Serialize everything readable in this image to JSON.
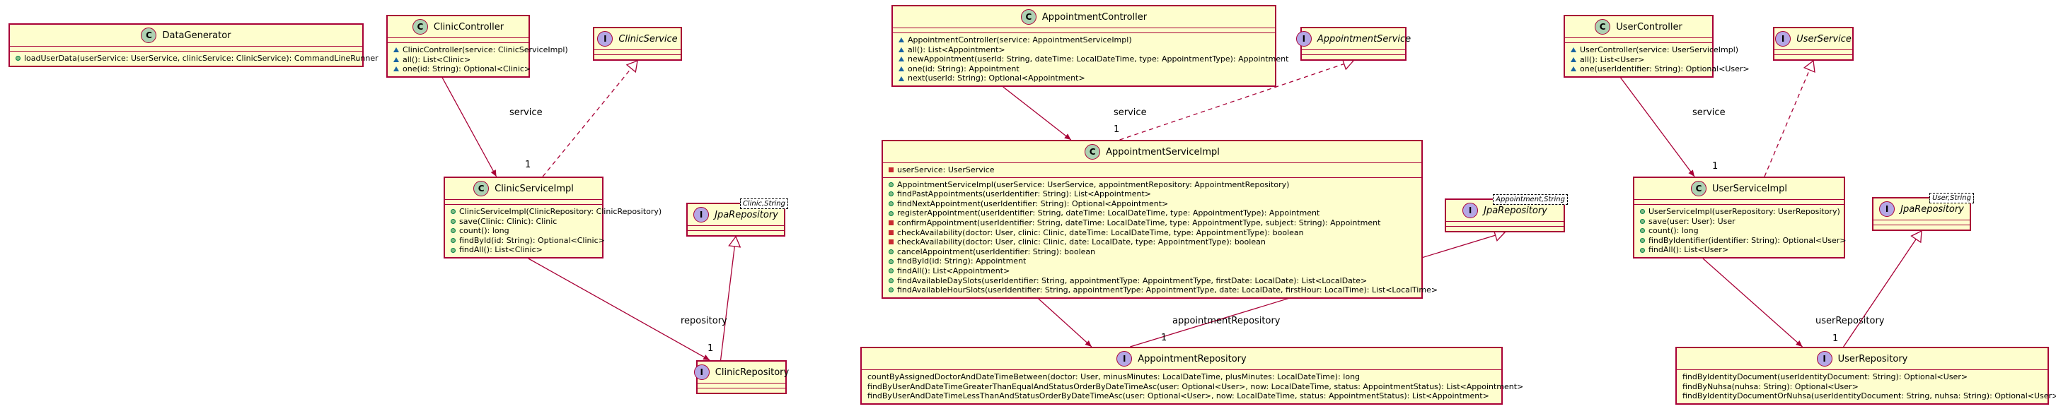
{
  "classes": {
    "data_generator": {
      "name": "DataGenerator",
      "kind": "C",
      "methods": [
        {
          "vis": "public",
          "text": "loadUserData(userService: UserService, clinicService: ClinicService): CommandLineRunner"
        }
      ]
    },
    "clinic_controller": {
      "name": "ClinicController",
      "kind": "C",
      "methods": [
        {
          "vis": "package",
          "text": "ClinicController(service: ClinicServiceImpl)"
        },
        {
          "vis": "package",
          "text": "all(): List<Clinic>"
        },
        {
          "vis": "package",
          "text": "one(id: String): Optional<Clinic>"
        }
      ]
    },
    "clinic_service": {
      "name": "ClinicService",
      "kind": "I"
    },
    "clinic_service_impl": {
      "name": "ClinicServiceImpl",
      "kind": "C",
      "methods": [
        {
          "vis": "public",
          "text": "ClinicServiceImpl(ClinicRepository: ClinicRepository)"
        },
        {
          "vis": "public",
          "text": "save(Clinic: Clinic): Clinic"
        },
        {
          "vis": "public",
          "text": "count(): long"
        },
        {
          "vis": "public",
          "text": "findById(id: String): Optional<Clinic>"
        },
        {
          "vis": "public",
          "text": "findAll(): List<Clinic>"
        }
      ]
    },
    "jpa_clinic": {
      "name": "JpaRepository",
      "kind": "I",
      "generic": "Clinic,String"
    },
    "clinic_repository": {
      "name": "ClinicRepository",
      "kind": "I"
    },
    "appointment_controller": {
      "name": "AppointmentController",
      "kind": "C",
      "methods": [
        {
          "vis": "package",
          "text": "AppointmentController(service: AppointmentServiceImpl)"
        },
        {
          "vis": "package",
          "text": "all(): List<Appointment>"
        },
        {
          "vis": "package",
          "text": "newAppointment(userId: String, dateTime: LocalDateTime, type: AppointmentType): Appointment"
        },
        {
          "vis": "package",
          "text": "one(id: String): Appointment"
        },
        {
          "vis": "package",
          "text": "next(userId: String): Optional<Appointment>"
        }
      ]
    },
    "appointment_service": {
      "name": "AppointmentService",
      "kind": "I"
    },
    "appointment_service_impl": {
      "name": "AppointmentServiceImpl",
      "kind": "C",
      "fields": [
        {
          "vis": "private",
          "text": "userService: UserService"
        }
      ],
      "methods": [
        {
          "vis": "public",
          "text": "AppointmentServiceImpl(userService: UserService, appointmentRepository: AppointmentRepository)"
        },
        {
          "vis": "public",
          "text": "findPastAppointments(userIdentifier: String): List<Appointment>"
        },
        {
          "vis": "public",
          "text": "findNextAppointment(userIdentifier: String): Optional<Appointment>"
        },
        {
          "vis": "public",
          "text": "registerAppointment(userIdentifier: String, dateTime: LocalDateTime, type: AppointmentType): Appointment"
        },
        {
          "vis": "private",
          "text": "confirmAppointment(userIdentifier: String, dateTime: LocalDateTime, type: AppointmentType, subject: String): Appointment"
        },
        {
          "vis": "private",
          "text": "checkAvailability(doctor: User, clinic: Clinic, dateTime: LocalDateTime, type: AppointmentType): boolean"
        },
        {
          "vis": "private",
          "text": "checkAvailability(doctor: User, clinic: Clinic, date: LocalDate, type: AppointmentType): boolean"
        },
        {
          "vis": "public",
          "text": "cancelAppointment(userIdentifier: String): boolean"
        },
        {
          "vis": "public",
          "text": "findById(id: String): Appointment"
        },
        {
          "vis": "public",
          "text": "findAll(): List<Appointment>"
        },
        {
          "vis": "public",
          "text": "findAvailableDaySlots(userIdentifier: String, appointmentType: AppointmentType, firstDate: LocalDate): List<LocalDate>"
        },
        {
          "vis": "public",
          "text": "findAvailableHourSlots(userIdentifier: String, appointmentType: AppointmentType, date: LocalDate, firstHour: LocalTime): List<LocalTime>"
        }
      ]
    },
    "jpa_appointment": {
      "name": "JpaRepository",
      "kind": "I",
      "generic": "Appointment,String"
    },
    "appointment_repository": {
      "name": "AppointmentRepository",
      "kind": "I",
      "methods": [
        {
          "vis": "none",
          "text": "countByAssignedDoctorAndDateTimeBetween(doctor: User, minusMinutes: LocalDateTime, plusMinutes: LocalDateTime): long"
        },
        {
          "vis": "none",
          "text": "findByUserAndDateTimeGreaterThanEqualAndStatusOrderByDateTimeAsc(user: Optional<User>, now: LocalDateTime, status: AppointmentStatus): List<Appointment>"
        },
        {
          "vis": "none",
          "text": "findByUserAndDateTimeLessThanAndStatusOrderByDateTimeAsc(user: Optional<User>, now: LocalDateTime, status: AppointmentStatus): List<Appointment>"
        }
      ]
    },
    "user_controller": {
      "name": "UserController",
      "kind": "C",
      "methods": [
        {
          "vis": "package",
          "text": "UserController(service: UserServiceImpl)"
        },
        {
          "vis": "package",
          "text": "all(): List<User>"
        },
        {
          "vis": "package",
          "text": "one(userIdentifier: String): Optional<User>"
        }
      ]
    },
    "user_service": {
      "name": "UserService",
      "kind": "I"
    },
    "user_service_impl": {
      "name": "UserServiceImpl",
      "kind": "C",
      "methods": [
        {
          "vis": "public",
          "text": "UserServiceImpl(userRepository: UserRepository)"
        },
        {
          "vis": "public",
          "text": "save(user: User): User"
        },
        {
          "vis": "public",
          "text": "count(): long"
        },
        {
          "vis": "public",
          "text": "findByIdentifier(identifier: String): Optional<User>"
        },
        {
          "vis": "public",
          "text": "findAll(): List<User>"
        }
      ]
    },
    "jpa_user": {
      "name": "JpaRepository",
      "kind": "I",
      "generic": "User,String"
    },
    "user_repository": {
      "name": "UserRepository",
      "kind": "I",
      "methods": [
        {
          "vis": "none",
          "text": "findByIdentityDocument(userIdentityDocument: String): Optional<User>"
        },
        {
          "vis": "none",
          "text": "findByNuhsa(nuhsa: String): Optional<User>"
        },
        {
          "vis": "none",
          "text": "findByIdentityDocumentOrNuhsa(userIdentityDocument: String, nuhsa: String): Optional<User>"
        }
      ]
    }
  },
  "associations": {
    "clinic_service": "service",
    "clinic_repository": "repository",
    "appointment_service": "service",
    "appointment_repository": "appointmentRepository",
    "user_service": "service",
    "user_repository": "userRepository",
    "multiplicity": "1"
  }
}
